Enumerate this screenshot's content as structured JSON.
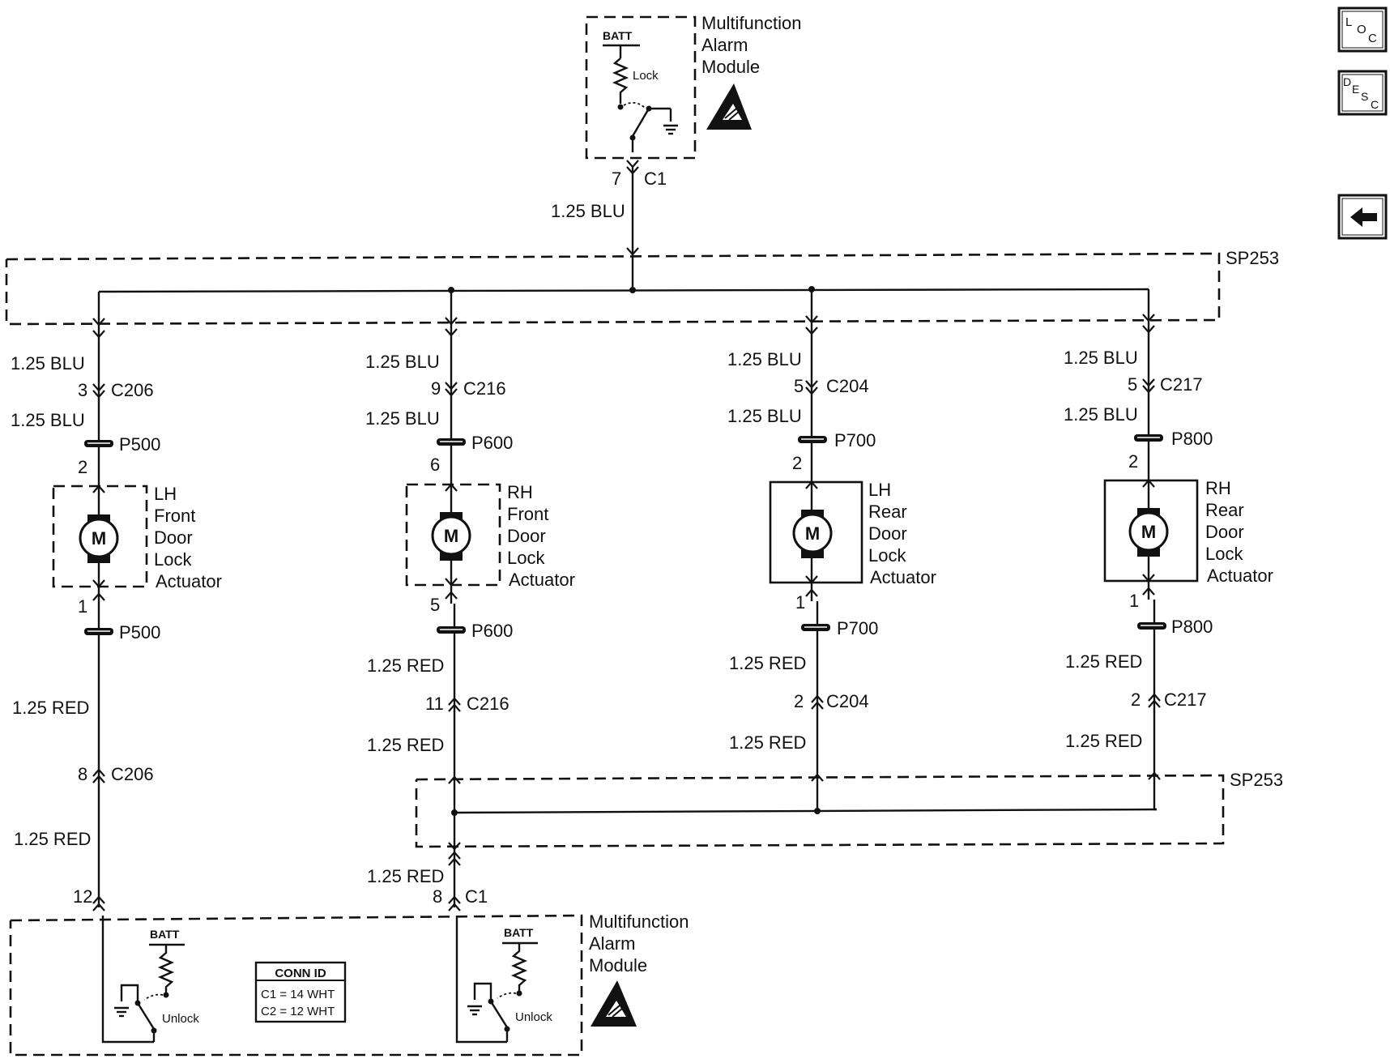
{
  "modules": {
    "top": {
      "title": [
        "Multifunction",
        "Alarm",
        "Module"
      ],
      "batt": "BATT",
      "switch_label": "Lock",
      "pin": "7",
      "connector": "C1",
      "wire": "1.25 BLU"
    },
    "bottom": {
      "title": [
        "Multifunction",
        "Alarm",
        "Module"
      ],
      "left_batt": "BATT",
      "left_switch": "Unlock",
      "right_batt": "BATT",
      "right_switch": "Unlock",
      "left_pin": "12",
      "right_pin": "8",
      "right_connector": "C1",
      "conn_id": {
        "title": "CONN ID",
        "rows": [
          "C1 = 14 WHT",
          "C2 = 12 WHT"
        ]
      }
    }
  },
  "splices": {
    "top": "SP253",
    "bottom": "SP253"
  },
  "actuators": [
    {
      "name": [
        "LH",
        "Front",
        "Door",
        "Lock",
        "Actuator"
      ],
      "motor": "M",
      "wire_in_1": "1.25 BLU",
      "conn_in_pin": "3",
      "conn_in": "C206",
      "wire_in_2": "1.25 BLU",
      "plug": "P500",
      "plug_pin_in": "2",
      "plug_pin_out": "1",
      "wire_out_1": "1.25 RED",
      "conn_out_pin": "8",
      "conn_out": "C206",
      "wire_out_2": "1.25 RED"
    },
    {
      "name": [
        "RH",
        "Front",
        "Door",
        "Lock",
        "Actuator"
      ],
      "motor": "M",
      "wire_in_1": "1.25 BLU",
      "conn_in_pin": "9",
      "conn_in": "C216",
      "wire_in_2": "1.25 BLU",
      "plug": "P600",
      "plug_pin_in": "6",
      "plug_pin_out": "5",
      "wire_out_1": "1.25 RED",
      "conn_out_pin": "11",
      "conn_out": "C216",
      "wire_out_2": "1.25 RED"
    },
    {
      "name": [
        "LH",
        "Rear",
        "Door",
        "Lock",
        "Actuator"
      ],
      "motor": "M",
      "wire_in_1": "1.25 BLU",
      "conn_in_pin": "5",
      "conn_in": "C204",
      "wire_in_2": "1.25 BLU",
      "plug": "P700",
      "plug_pin_in": "2",
      "plug_pin_out": "1",
      "wire_out_1": "1.25 RED",
      "conn_out_pin": "2",
      "conn_out": "C204",
      "wire_out_2": "1.25 RED"
    },
    {
      "name": [
        "RH",
        "Rear",
        "Door",
        "Lock",
        "Actuator"
      ],
      "motor": "M",
      "wire_in_1": "1.25 BLU",
      "conn_in_pin": "5",
      "conn_in": "C217",
      "wire_in_2": "1.25 BLU",
      "plug": "P800",
      "plug_pin_in": "2",
      "plug_pin_out": "1",
      "wire_out_1": "1.25 RED",
      "conn_out_pin": "2",
      "conn_out": "C217",
      "wire_out_2": "1.25 RED"
    }
  ],
  "feed_wire": "1.25 RED",
  "nav": {
    "loc": {
      "a": "L",
      "b": "O",
      "c": "C"
    },
    "desc": {
      "a": "D",
      "b": "E",
      "c": "S",
      "d": "C"
    },
    "back_icon": "left-arrow-icon"
  }
}
